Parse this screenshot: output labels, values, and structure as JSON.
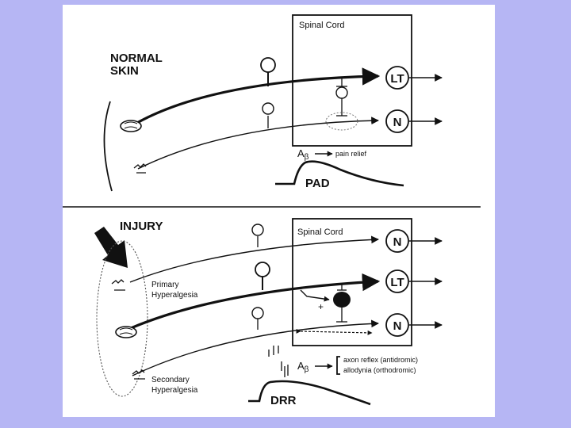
{
  "top_panel": {
    "title_line1": "NORMAL",
    "title_line2": "SKIN",
    "box_title": "Spinal Cord",
    "neuron_lt": "LT",
    "neuron_n": "N",
    "abeta_main": "A",
    "abeta_sub": "β",
    "pain_relief": "pain relief",
    "pad": "PAD"
  },
  "bottom_panel": {
    "title": "INJURY",
    "box_title": "Spinal Cord",
    "neuron_n1": "N",
    "neuron_lt": "LT",
    "neuron_n2": "N",
    "primary_line1": "Primary",
    "primary_line2": "Hyperalgesia",
    "secondary_line1": "Secondary",
    "secondary_line2": "Hyperalgesia",
    "plus_sign": "+",
    "abeta_main": "A",
    "abeta_sub": "β",
    "axon_reflex": "axon reflex (antidromic)",
    "allodynia": "allodynia (orthodromic)",
    "drr": "DRR"
  },
  "colors": {
    "background": "#b6b6f4",
    "panel": "#ffffff",
    "ink": "#111111"
  }
}
